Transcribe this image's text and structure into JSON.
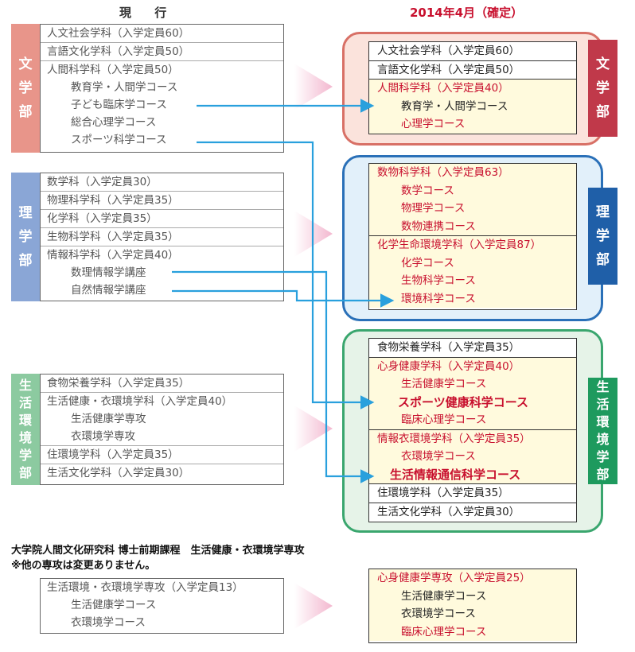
{
  "headers": {
    "current": "現 行",
    "new": "2014年4月（確定）"
  },
  "left": {
    "bungaku": {
      "label": [
        "文",
        "学",
        "部"
      ],
      "rows": [
        "人文社会学科（入学定員60）",
        "言語文化学科（入学定員50）",
        "人間科学科（入学定員50）",
        "教育学・人間学コース",
        "子ども臨床学コース",
        "総合心理学コース",
        "スポーツ科学コース"
      ]
    },
    "rigaku": {
      "label": [
        "理",
        "学",
        "部"
      ],
      "rows": [
        "数学科（入学定員30）",
        "物理科学科（入学定員35）",
        "化学科（入学定員35）",
        "生物科学科（入学定員35）",
        "情報科学科（入学定員40）",
        "数理情報学講座",
        "自然情報学講座"
      ]
    },
    "seikatsu": {
      "label": [
        "生",
        "活",
        "環",
        "境",
        "学",
        "部"
      ],
      "rows": [
        "食物栄養学科（入学定員35）",
        "生活健康・衣環境学科（入学定員40）",
        "生活健康学専攻",
        "衣環境学専攻",
        "住環境学科（入学定員35）",
        "生活文化学科（入学定員30）"
      ]
    },
    "grad": {
      "rows": [
        "生活環境・衣環境学専攻（入学定員13）",
        "生活健康学コース",
        "衣環境学コース"
      ]
    }
  },
  "right": {
    "bungaku": {
      "label": [
        "文",
        "学",
        "部"
      ],
      "rows": [
        "人文社会学科（入学定員60）",
        "言語文化学科（入学定員50）",
        "人間科学科（入学定員40）",
        "教育学・人間学コース",
        "心理学コース"
      ]
    },
    "rigaku": {
      "label": [
        "理",
        "学",
        "部"
      ],
      "rows": [
        "数物科学科（入学定員63）",
        "数学コース",
        "物理学コース",
        "数物連携コース",
        "化学生命環境学科（入学定員87）",
        "化学コース",
        "生物科学コース",
        "環境科学コース"
      ]
    },
    "seikatsu": {
      "label": [
        "生",
        "活",
        "環",
        "境",
        "学",
        "部"
      ],
      "rows": [
        "食物栄養学科（入学定員35）",
        "心身健康学科（入学定員40）",
        "生活健康学コース",
        "スポーツ健康科学コース",
        "臨床心理学コース",
        "情報衣環境学科（入学定員35）",
        "衣環境学コース",
        "生活情報通信科学コース",
        "住環境学科（入学定員35）",
        "生活文化学科（入学定員30）"
      ]
    },
    "grad": {
      "rows": [
        "心身健康学専攻（入学定員25）",
        "生活健康学コース",
        "衣環境学コース",
        "臨床心理学コース"
      ]
    }
  },
  "notes": [
    "大学院人間文化研究科 博士前期課程　生活健康・衣環境学専攻",
    "※他の専攻は変更ありません。"
  ],
  "colors": {
    "bungaku": "#e8958a",
    "bungaku_tab": "#c0394a",
    "bungaku_bg": "#fbe3dc",
    "bungaku_border": "#d87066",
    "rigaku": "#8aa6d6",
    "rigaku_tab": "#1f5fa8",
    "rigaku_bg": "#e2f0fa",
    "rigaku_border": "#2a70b8",
    "seikatsu": "#8ccaa0",
    "seikatsu_tab": "#1e9a5e",
    "seikatsu_bg": "#e6f3e8",
    "seikatsu_border": "#3aa66e",
    "arrow": "#29a0dd",
    "chevron": "#f7c9dc"
  }
}
